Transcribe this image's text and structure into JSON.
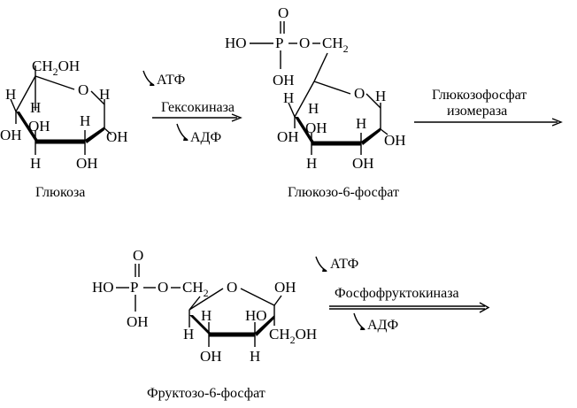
{
  "reaction1": {
    "substrate": {
      "name": "Глюкоза",
      "labels": {
        "ch2oh": "CH",
        "ch2oh_sub": "2",
        "ch2oh_tail": "OH",
        "h_left": "H",
        "h_c5": "H",
        "h_c1": "H",
        "oh_c4": "OH",
        "oh_c3": "OH",
        "h_c2": "H",
        "oh_c1": "OH",
        "h_c4": "H",
        "oh_c2": "OH"
      }
    },
    "atp": "АТФ",
    "enzyme": "Гексокиназа",
    "adp": "АДФ"
  },
  "reaction2": {
    "product": {
      "name": "Глюкозо-6-фосфат",
      "labels": {
        "o_top": "O",
        "ho": "HO",
        "p": "P",
        "o_link": "O",
        "ch2": "CH",
        "ch2_sub": "2",
        "oh_p": "OH",
        "h_left": "H",
        "h_c5": "H",
        "h_c1": "H",
        "oh_c4": "OH",
        "oh_c3": "OH",
        "h_c2": "H",
        "oh_c1": "OH",
        "h_c4": "H",
        "oh_c2": "OH"
      }
    },
    "enzyme_line1": "Глюкозофосфат",
    "enzyme_line2": "изомераза"
  },
  "reaction3": {
    "substrate": {
      "name": "Фруктозо-6-фосфат",
      "labels": {
        "o_top": "O",
        "ho": "HO",
        "p": "P",
        "o_link": "O",
        "ch2": "CH",
        "ch2_sub": "2",
        "oh_p": "OH",
        "oh_c2": "OH",
        "h_c5": "H",
        "ho_c3": "HO",
        "h_c4": "H",
        "ch2oh": "CH",
        "ch2oh_sub": "2",
        "ch2oh_tail": "OH",
        "oh_c4": "OH",
        "h_c3": "H"
      }
    },
    "atp": "АТФ",
    "enzyme": "Фосфофруктокиназа",
    "adp": "АДФ"
  }
}
